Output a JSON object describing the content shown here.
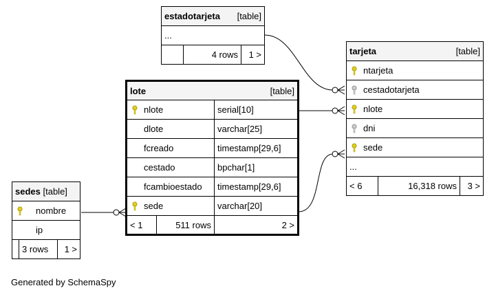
{
  "colors": {
    "primary_key": "#e6d21a",
    "foreign_key": "#bdbdbd",
    "header_bg": "#f4f4f4"
  },
  "type_label": "[table]",
  "estadotarjeta": {
    "name": "estadotarjeta",
    "ellipsis": "...",
    "rows": "4 rows",
    "children": "1 >"
  },
  "tarjeta": {
    "name": "tarjeta",
    "columns": [
      {
        "name": "ntarjeta",
        "icon": "primary-key-icon"
      },
      {
        "name": "cestadotarjeta",
        "icon": "foreign-key-icon"
      },
      {
        "name": "nlote",
        "icon": "primary-key-icon"
      },
      {
        "name": "dni",
        "icon": "foreign-key-icon"
      },
      {
        "name": "sede",
        "icon": "primary-key-icon"
      }
    ],
    "ellipsis": "...",
    "parents": "< 6",
    "rows": "16,318 rows",
    "children": "3 >"
  },
  "lote": {
    "name": "lote",
    "columns": [
      {
        "name": "nlote",
        "type": "serial[10]",
        "icon": "primary-key-icon"
      },
      {
        "name": "dlote",
        "type": "varchar[25]",
        "icon": ""
      },
      {
        "name": "fcreado",
        "type": "timestamp[29,6]",
        "icon": ""
      },
      {
        "name": "cestado",
        "type": "bpchar[1]",
        "icon": ""
      },
      {
        "name": "fcambioestado",
        "type": "timestamp[29,6]",
        "icon": ""
      },
      {
        "name": "sede",
        "type": "varchar[20]",
        "icon": "primary-key-icon"
      }
    ],
    "parents": "< 1",
    "rows": "511 rows",
    "children": "2 >"
  },
  "sedes": {
    "name": "sedes",
    "columns": [
      {
        "name": "nombre",
        "icon": "primary-key-icon"
      },
      {
        "name": "ip",
        "icon": ""
      }
    ],
    "rows": "3 rows",
    "children": "1 >"
  },
  "footer": "Generated by SchemaSpy"
}
